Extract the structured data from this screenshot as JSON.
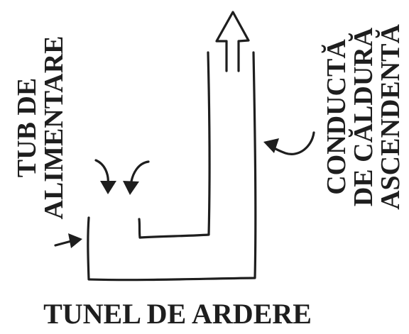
{
  "labels": {
    "feed_tube_line1": "TUB DE",
    "feed_tube_line2": "ALIMENTARE",
    "heat_riser_line1": "CONDUCTĂ",
    "heat_riser_line2": "DE CĂLDURĂ",
    "heat_riser_line3": "ASCENDENTĂ",
    "burn_tunnel": "TUNEL DE ARDERE"
  },
  "colors": {
    "ink": "#1e1e1e",
    "background": "#ffffff"
  }
}
